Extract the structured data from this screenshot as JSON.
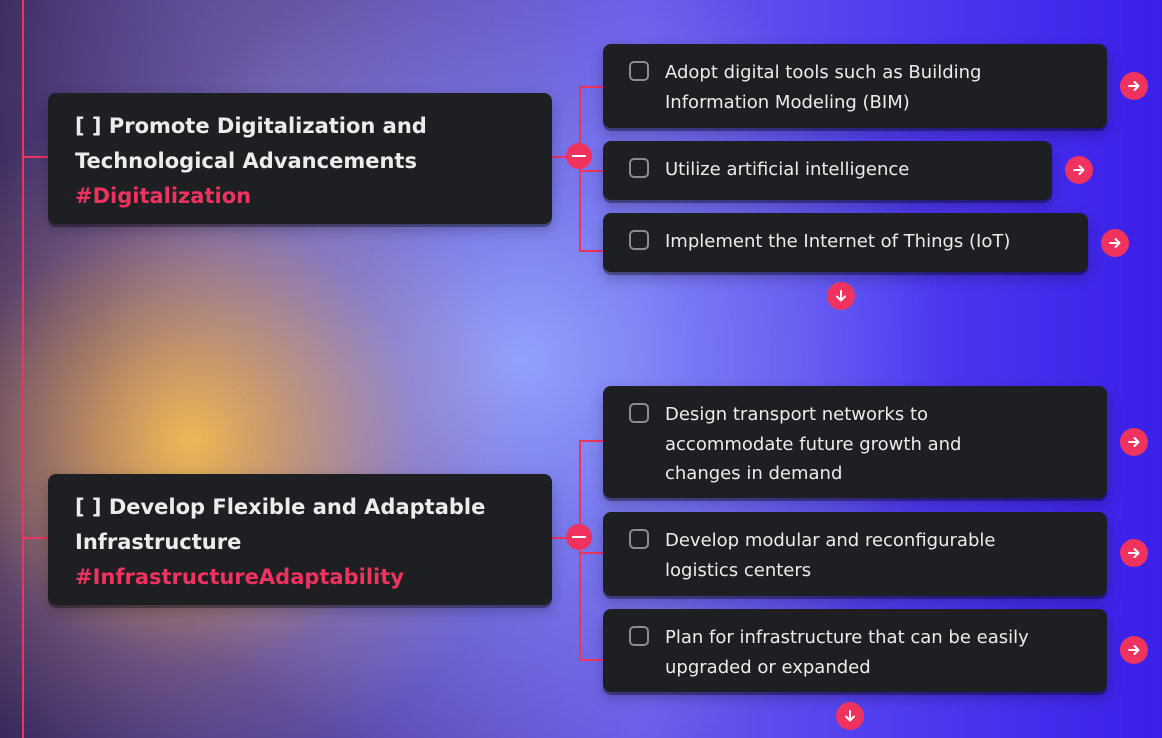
{
  "groups": [
    {
      "title": "[ ] Promote Digitalization and Technological Advancements",
      "tag": "#Digitalization",
      "children": [
        {
          "text": "Adopt digital tools such as Building Information Modeling (BIM)"
        },
        {
          "text": "Utilize artificial intelligence"
        },
        {
          "text": "Implement the Internet of Things (IoT)"
        }
      ]
    },
    {
      "title": "[ ] Develop Flexible and Adaptable Infrastructure",
      "tag": "#InfrastructureAdaptability",
      "children": [
        {
          "text": "Design transport networks to accommodate future growth and changes in demand"
        },
        {
          "text": "Develop modular and reconfigurable logistics centers"
        },
        {
          "text": "Plan for infrastructure that can be easily upgraded or expanded"
        }
      ]
    }
  ],
  "icons": {
    "collapse": "minus-icon",
    "open": "arrow-right-icon",
    "expand_more": "arrow-down-icon"
  },
  "colors": {
    "accent": "#f0325f",
    "node_bg": "#1d1f22",
    "text": "#ececec"
  }
}
